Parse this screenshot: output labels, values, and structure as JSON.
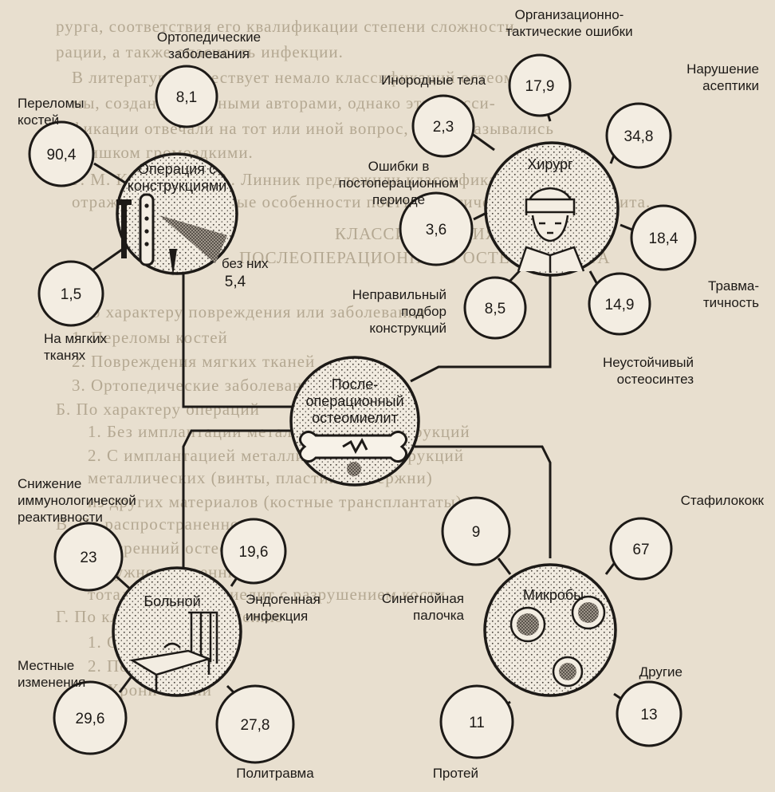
{
  "background_text": [
    "рурга, соответствия его квалификации степени сложности",
    "рации, а также опасность инфекции.",
    "В литературе существует немало классификаций остеомиелита",
    "мы, созданных разными авторами, однако эти класси-",
    "фикации отвечали на тот или иной вопрос, либо оказывались",
    "слишком громоздкими.",
    "Г. М. Каплан и М. А. Линник предложили классификацию",
    "отражающую основные особенности посттравматического остеомиелита.",
    "КЛАССИФИКАЦИЯ",
    "ПОСЛЕОПЕРАЦИОННОГО ОСТЕОМИЕЛИТА",
    "А. По характеру повреждения или заболевания",
    "1. Переломы костей",
    "2. Повреждения мягких тканей",
    "3. Ортопедические заболевания",
    "Б. По характеру операций",
    "1. Без имплантации металлических конструкций",
    "2. С имплантацией металлических конструкций",
    "металлических (винты, пластины, стержни)",
    "из других материалов (костные трансплантаты)",
    "В. По распространенности",
    "внутренний остеомиелит",
    "наружновнутренний",
    "тотальный остеомиелит с разрушением кости",
    "Г. По клиническому течению",
    "1. Острый",
    "2. Подострый",
    "3. Хронический"
  ],
  "hubs": {
    "center": "После-\nоперационный\nостеомиелит",
    "surgeon": "Хирург",
    "operation": "Операция с\nконструкциями",
    "patient": "Больной",
    "microbes": "Микробы"
  },
  "leaves": {
    "fractures": {
      "value": "90,4",
      "label": "Переломы\nкостей"
    },
    "orthopedic": {
      "value": "8,1",
      "label": "Ортопедические\nзаболевания"
    },
    "soft_tissue": {
      "value": "1,5",
      "label": "На мягких\nтканях"
    },
    "without": {
      "value": "5,4",
      "label": "без них"
    },
    "foreign_bodies": {
      "value": "2,3",
      "label": "Инородные тела"
    },
    "org_errors": {
      "value": "17,9",
      "label": "Организационно-\nтактические ошибки"
    },
    "asepsis": {
      "value": "34,8",
      "label": "Нарушение\nасептики"
    },
    "postop_errors": {
      "value": "3,6",
      "label": "Ошибки в\nпостоперационном\nпериоде"
    },
    "trauma": {
      "value": "18,4",
      "label": "Травма-\nтичность"
    },
    "wrong_choice": {
      "value": "8,5",
      "label": "Неправильный\nподбор\nконструкций"
    },
    "unstable": {
      "value": "14,9",
      "label": "Неустойчивый\nостеосинтез"
    },
    "immunity": {
      "value": "23",
      "label": "Снижение\nиммунологической\nреактивности"
    },
    "endogenous": {
      "value": "19,6",
      "label": "Эндогенная\nинфекция"
    },
    "local": {
      "value": "29,6",
      "label": "Местные\nизменения"
    },
    "polytrauma": {
      "value": "27,8",
      "label": "Политравма"
    },
    "pseudomonas": {
      "value": "9",
      "label": "Синегнойная\nпалочка"
    },
    "staph": {
      "value": "67",
      "label": "Стафилококк"
    },
    "other": {
      "value": "13",
      "label": "Другие"
    },
    "proteus": {
      "value": "11",
      "label": "Протей"
    }
  },
  "colors": {
    "paper": "#e8dfcf",
    "ink": "#1d1a17",
    "leaf_fill": "#f3ede2",
    "faded_text": "#b4a892"
  }
}
